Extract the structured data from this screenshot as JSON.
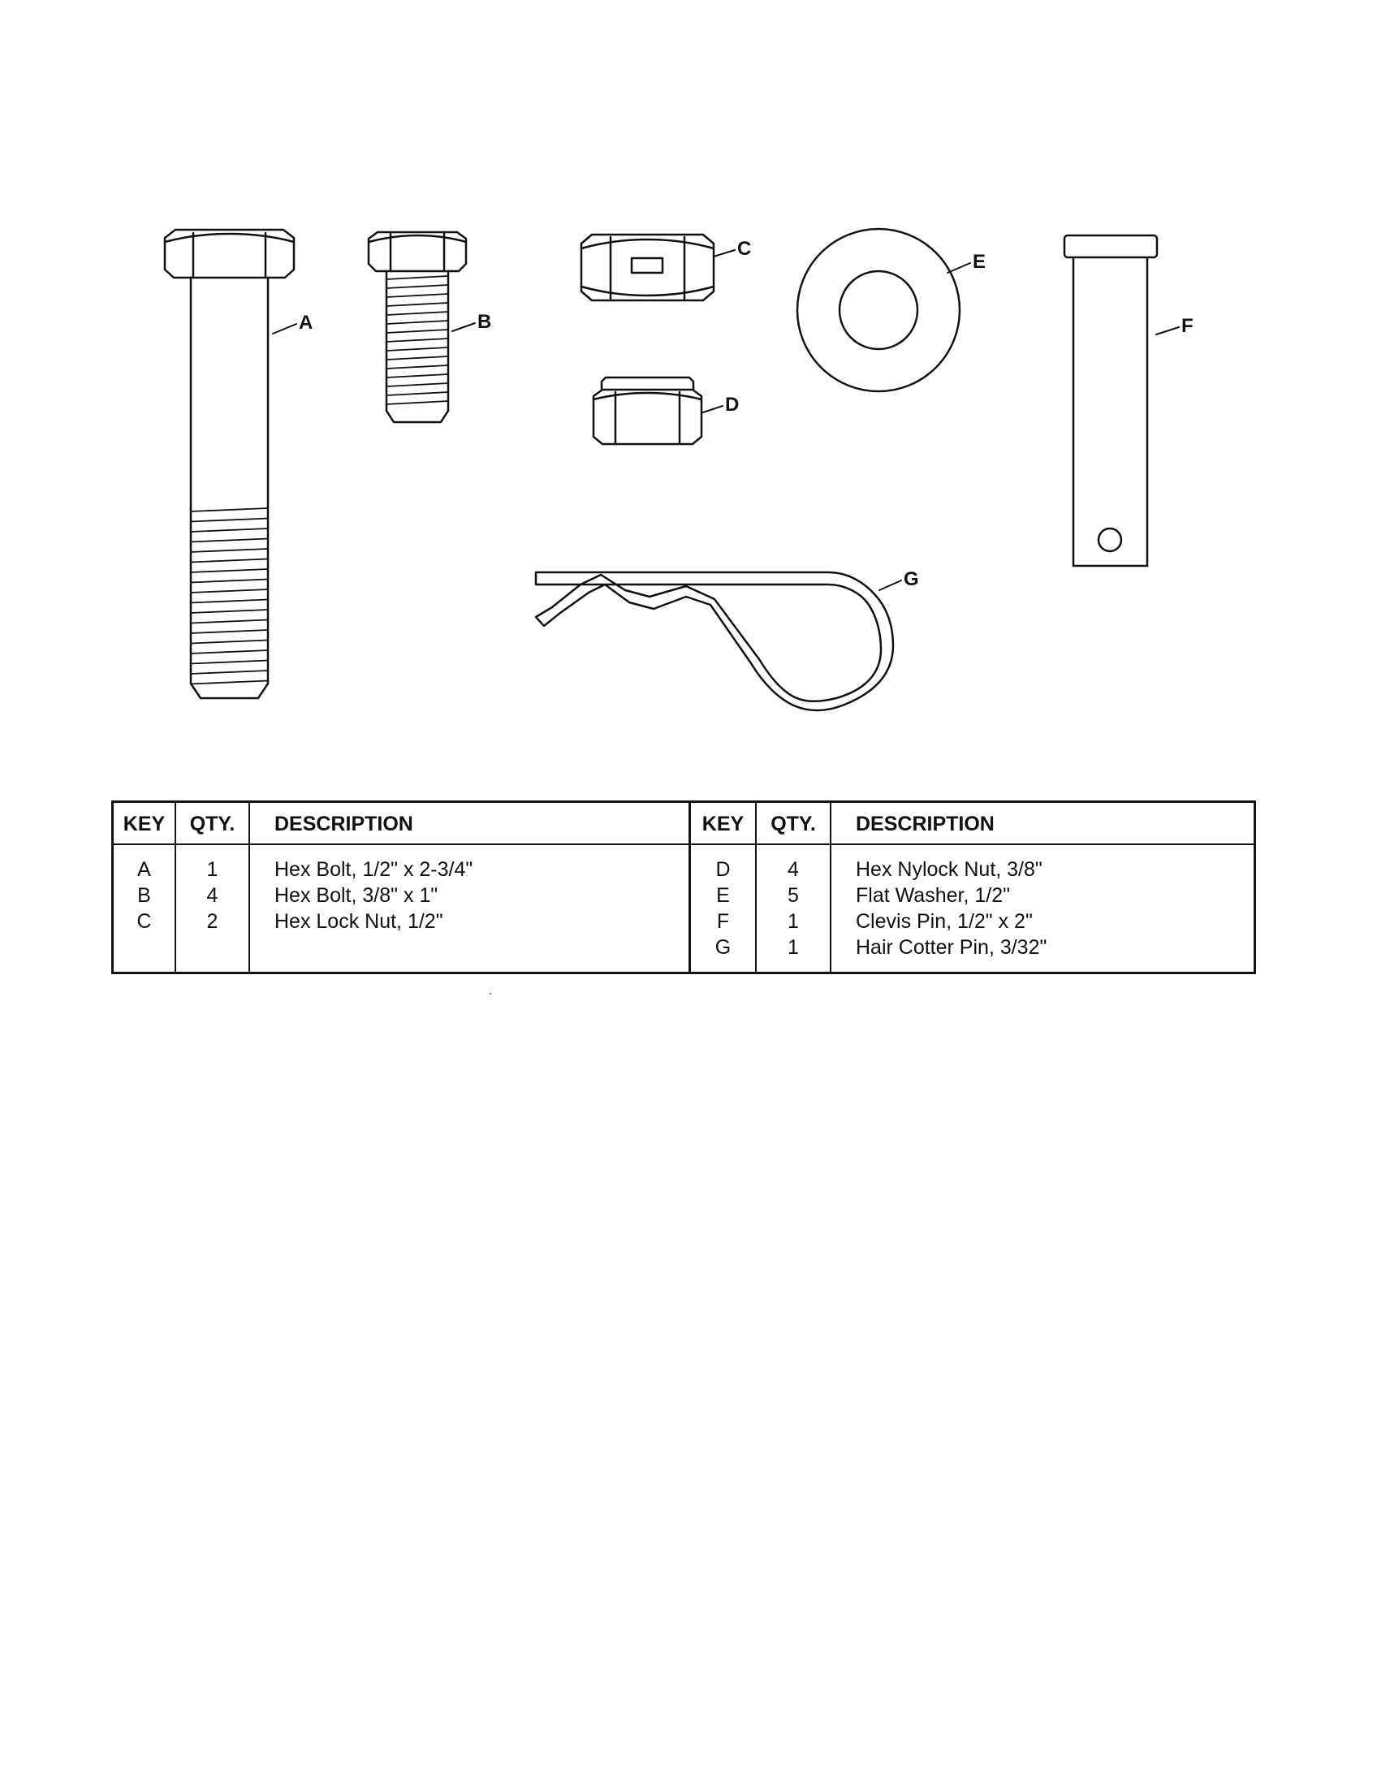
{
  "labels": {
    "a": "A",
    "b": "B",
    "c": "C",
    "d": "D",
    "e": "E",
    "f": "F",
    "g": "G"
  },
  "table": {
    "left": {
      "key_header": "KEY",
      "qty_header": "QTY.",
      "desc_header": "DESCRIPTION",
      "rows": [
        {
          "key": "A",
          "qty": "1",
          "desc": "Hex Bolt, 1/2\" x 2-3/4\""
        },
        {
          "key": "B",
          "qty": "4",
          "desc": "Hex Bolt, 3/8\" x 1\""
        },
        {
          "key": "C",
          "qty": "2",
          "desc": "Hex Lock Nut, 1/2\""
        }
      ]
    },
    "right": {
      "key_header": "KEY",
      "qty_header": "QTY.",
      "desc_header": "DESCRIPTION",
      "rows": [
        {
          "key": "D",
          "qty": "4",
          "desc": "Hex Nylock Nut, 3/8\""
        },
        {
          "key": "E",
          "qty": "5",
          "desc": "Flat Washer, 1/2\""
        },
        {
          "key": "F",
          "qty": "1",
          "desc": "Clevis Pin, 1/2\" x 2\""
        },
        {
          "key": "G",
          "qty": "1",
          "desc": "Hair Cotter Pin, 3/32\""
        }
      ]
    }
  }
}
